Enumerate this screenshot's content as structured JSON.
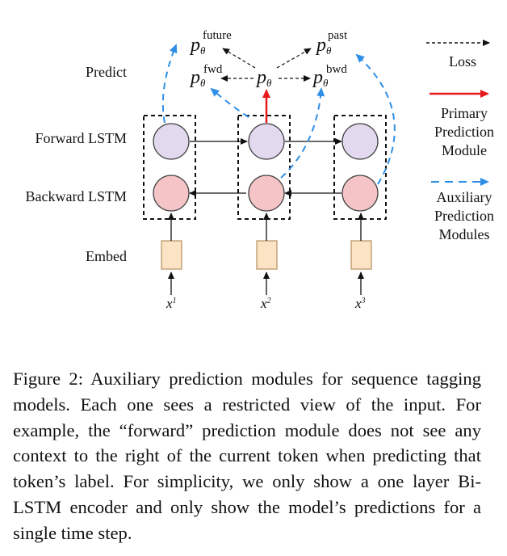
{
  "figure": {
    "row_labels": {
      "predict": "Predict",
      "forward_lstm": "Forward LSTM",
      "backward_lstm": "Backward LSTM",
      "embed": "Embed"
    },
    "predictions": {
      "symbol": "p",
      "subscript": "θ",
      "future": "future",
      "past": "past",
      "fwd": "fwd",
      "bwd": "bwd"
    },
    "inputs": [
      {
        "symbol": "x",
        "index": "1"
      },
      {
        "symbol": "x",
        "index": "2"
      },
      {
        "symbol": "x",
        "index": "3"
      }
    ],
    "legend": {
      "loss": "Loss",
      "primary": [
        "Primary",
        "Prediction",
        "Module"
      ],
      "auxiliary": [
        "Auxiliary",
        "Prediction",
        "Modules"
      ]
    },
    "colors": {
      "forward_cell": "#e3d9ef",
      "backward_cell": "#f4c4c6",
      "embed_cell": "#fbe3c4",
      "primary_arrow": "#e8191c",
      "auxiliary_arrow": "#2f8fe6"
    }
  },
  "caption": "Figure 2: Auxiliary prediction modules for sequence tagging models. Each one sees a restricted view of the input. For example, the “forward” prediction module does not see any context to the right of the current token when predicting that token’s label. For simplicity, we only show a one layer Bi-LSTM encoder and only show the model’s predictions for a single time step."
}
